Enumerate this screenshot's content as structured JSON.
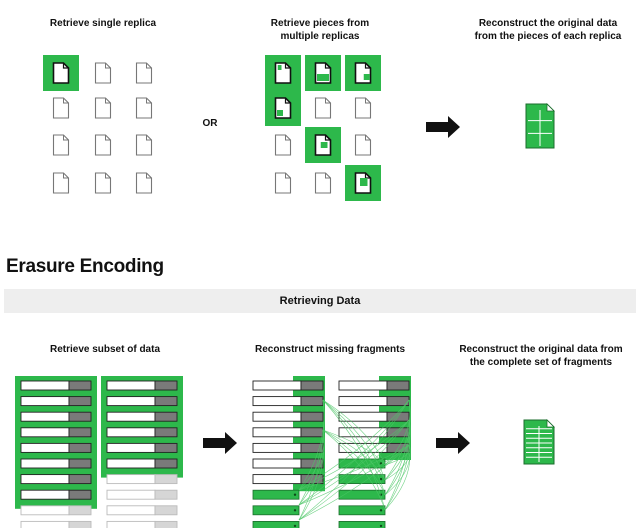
{
  "replication": {
    "step1_caption": "Retrieve single replica",
    "or_label": "OR",
    "step2_caption": "Retrieve pieces from\nmultiple replicas",
    "step3_caption": "Reconstruct the original data\nfrom the pieces of each replica"
  },
  "erasure": {
    "heading": "Erasure Encoding",
    "bar_label": "Retrieving Data",
    "step1_caption": "Retrieve subset of data",
    "step2_caption": "Reconstruct missing fragments",
    "step3_caption": "Reconstruct the original data from\nthe complete set of fragments"
  },
  "colors": {
    "green": "#2db84b",
    "dark_green": "#1d8a36",
    "gray": "#7a7a7a",
    "light_gray": "#dddddd",
    "black": "#111111"
  },
  "icons": [
    "document-icon",
    "arrow-right-icon",
    "spreadsheet-icon"
  ]
}
